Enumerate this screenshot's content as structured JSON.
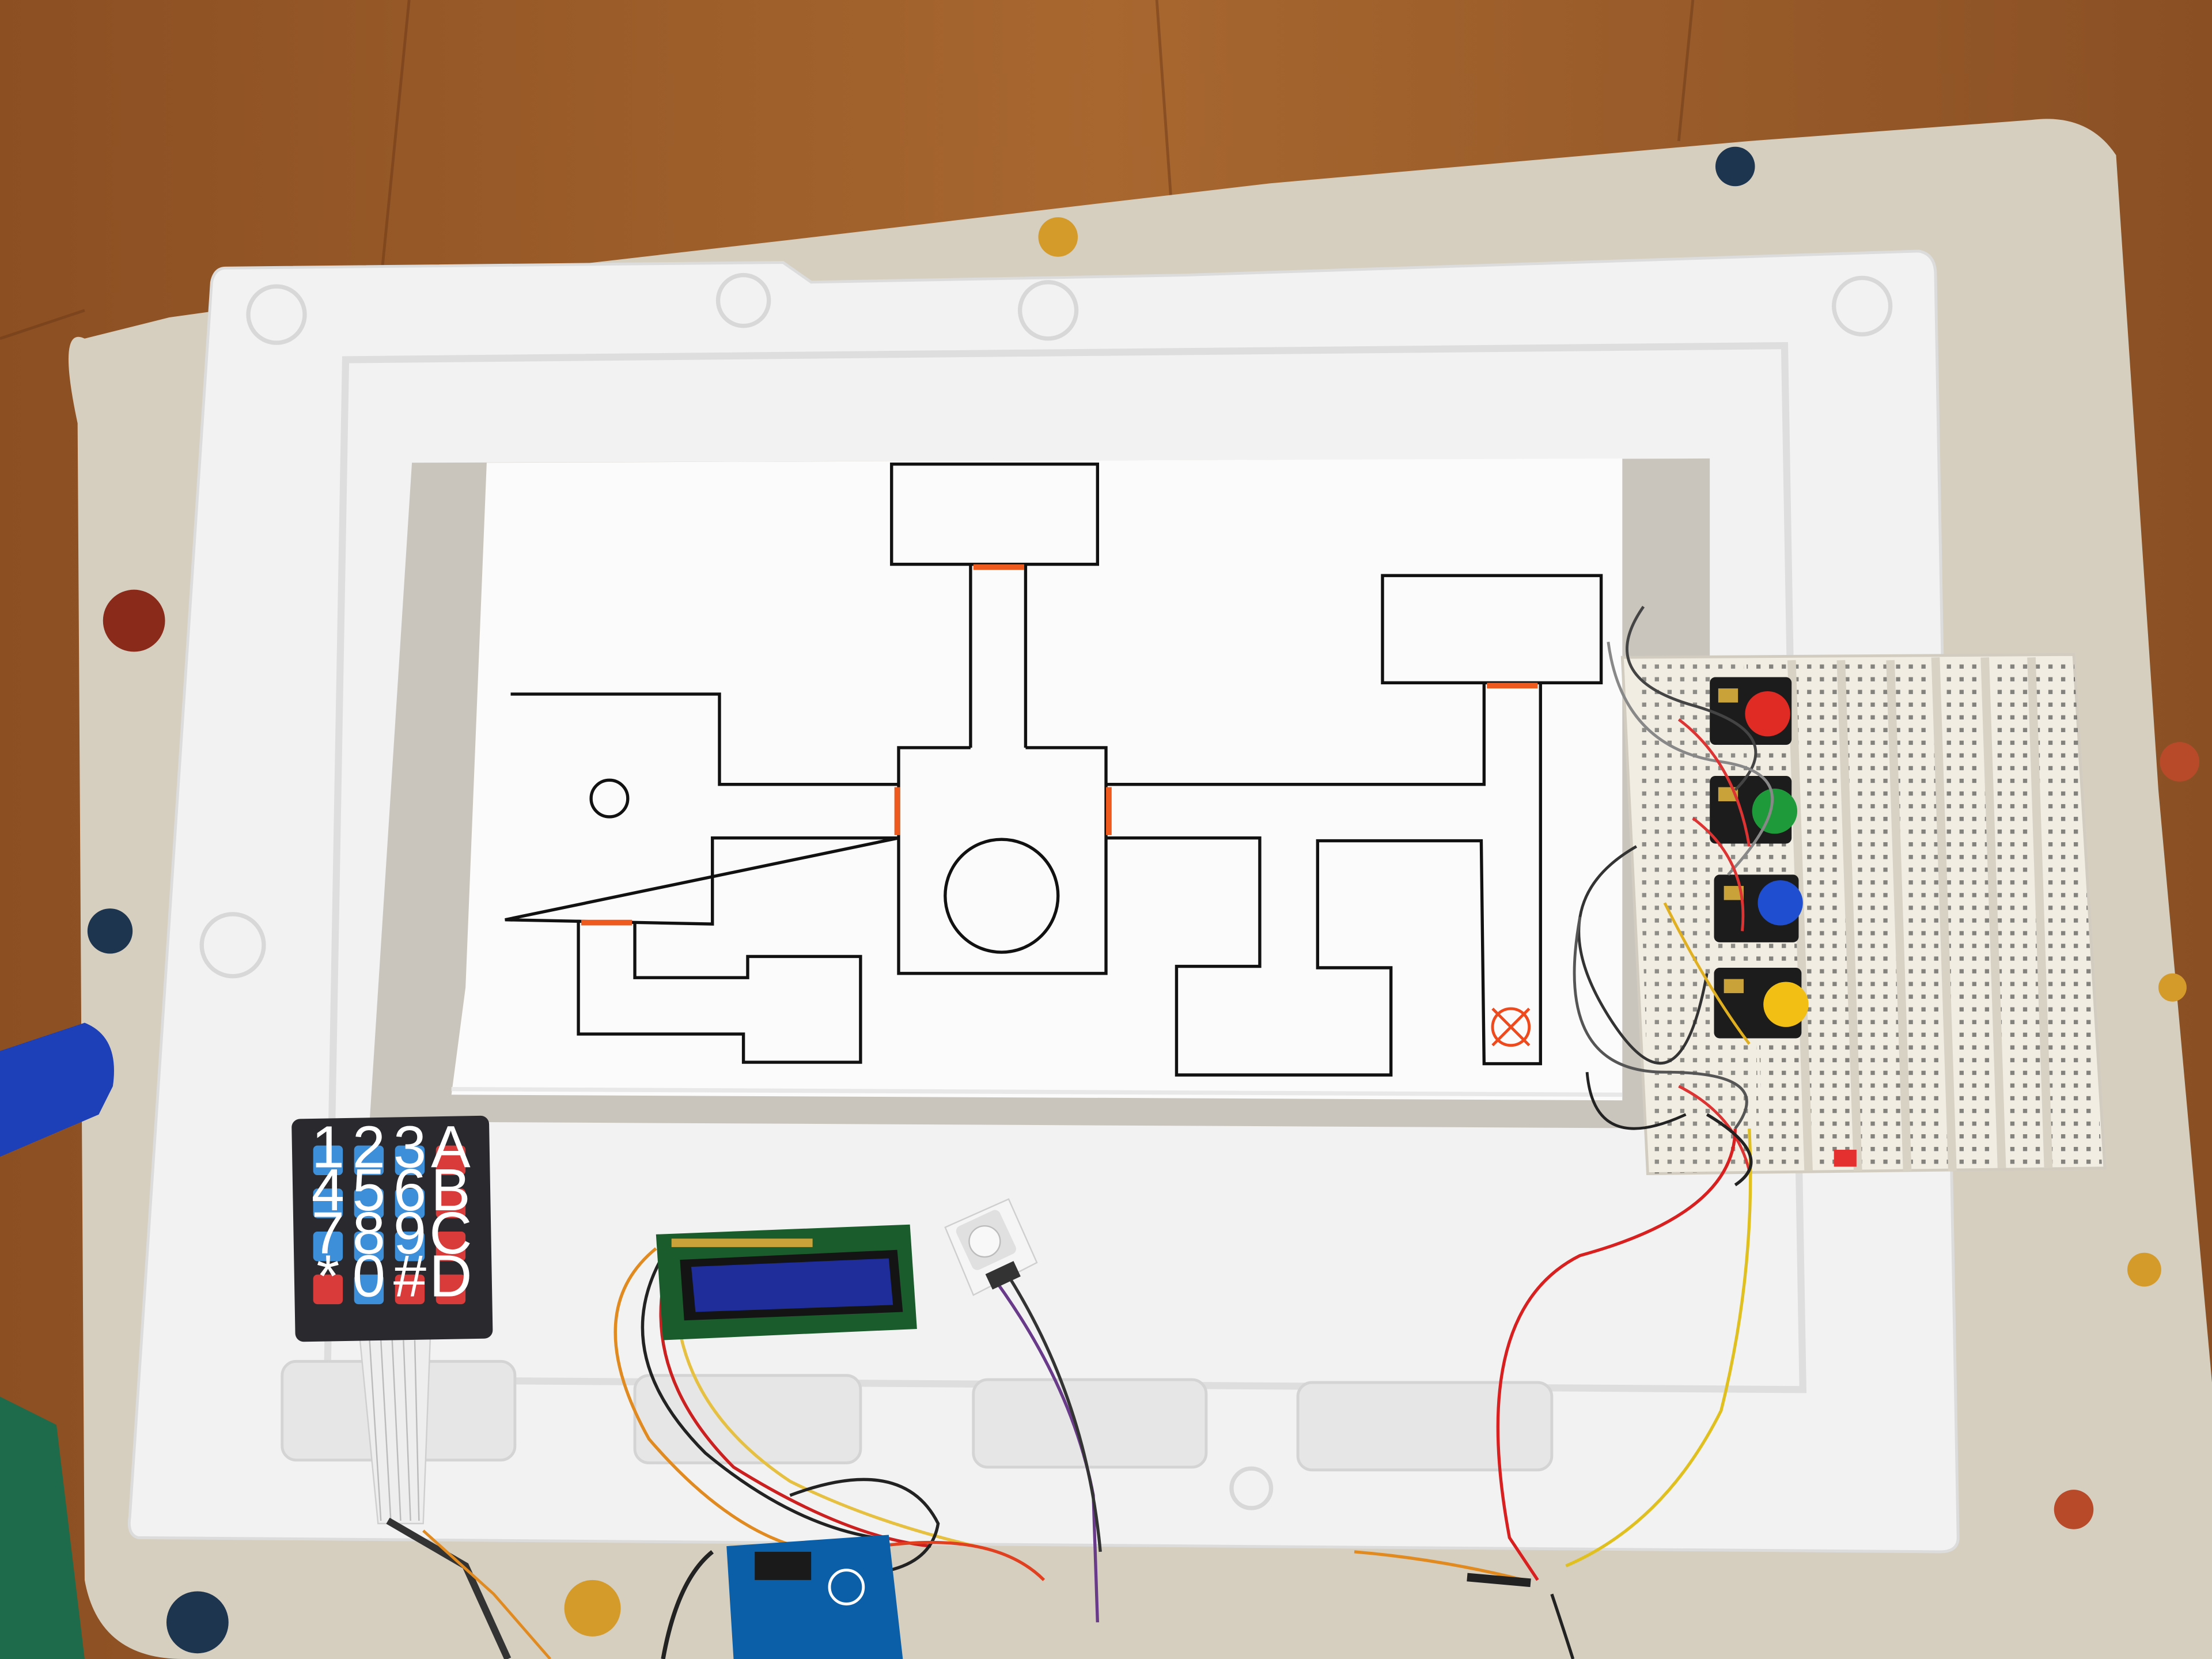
{
  "keypad": {
    "keys": [
      "1",
      "2",
      "3",
      "A",
      "4",
      "5",
      "6",
      "B",
      "7",
      "8",
      "9",
      "C",
      "*",
      "0",
      "#",
      "D"
    ]
  },
  "colors": {
    "floor": "#a0602a",
    "rug": "#d8d2c4",
    "foam": "#f2f2f2",
    "cardboard": "#c8c4bc",
    "paper": "#fbfbfb",
    "line": "#111111",
    "door_marker": "#ee5a1e",
    "breadboard": "#f1ede3",
    "lcd_screen": "#1f2d9a",
    "pcb_green": "#1a5c2c",
    "arduino_blue": "#0a5fa8",
    "keypad_blue": "#3e8fd9",
    "keypad_red": "#d93a3a"
  },
  "buttons": [
    "red",
    "green",
    "blue",
    "yellow"
  ],
  "icons": [
    "target-x-icon"
  ]
}
